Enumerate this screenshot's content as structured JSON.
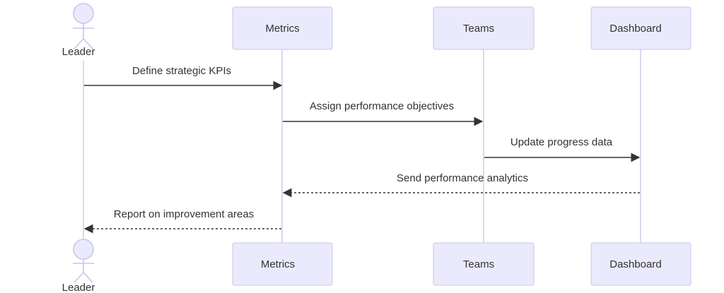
{
  "diagram": {
    "type": "sequence",
    "participants": [
      {
        "id": "leader",
        "label": "Leader",
        "kind": "actor"
      },
      {
        "id": "metrics",
        "label": "Metrics",
        "kind": "box"
      },
      {
        "id": "teams",
        "label": "Teams",
        "kind": "box"
      },
      {
        "id": "dashboard",
        "label": "Dashboard",
        "kind": "box"
      }
    ],
    "messages": [
      {
        "from": "leader",
        "to": "metrics",
        "label": "Define strategic KPIs",
        "style": "solid"
      },
      {
        "from": "metrics",
        "to": "teams",
        "label": "Assign performance objectives",
        "style": "solid"
      },
      {
        "from": "teams",
        "to": "dashboard",
        "label": "Update progress data",
        "style": "solid"
      },
      {
        "from": "dashboard",
        "to": "metrics",
        "label": "Send performance analytics",
        "style": "dashed"
      },
      {
        "from": "metrics",
        "to": "leader",
        "label": "Report on improvement areas",
        "style": "dashed"
      }
    ],
    "colors": {
      "participant_fill": "#eaeafc",
      "participant_border": "#c9c4ee",
      "lifeline": "#d2cdf0",
      "message": "#333333",
      "text": "#333333"
    }
  }
}
